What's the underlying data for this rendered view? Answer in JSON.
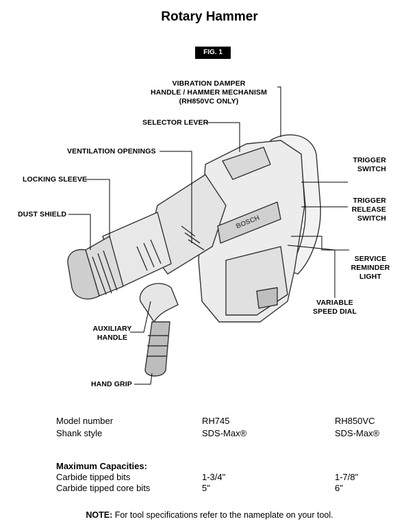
{
  "title": "Rotary Hammer",
  "fig_label": "FIG. 1",
  "labels": {
    "vibration": [
      "VIBRATION DAMPER",
      "HANDLE / HAMMER MECHANISM",
      "(RH850VC ONLY)"
    ],
    "selector": "SELECTOR LEVER",
    "ventilation": "VENTILATION OPENINGS",
    "locking": "LOCKING SLEEVE",
    "dust": "DUST SHIELD",
    "trigger": [
      "TRIGGER",
      "SWITCH"
    ],
    "release": [
      "TRIGGER",
      "RELEASE",
      "SWITCH"
    ],
    "service": [
      "SERVICE",
      "REMINDER",
      "LIGHT"
    ],
    "speed": [
      "VARIABLE",
      "SPEED DIAL"
    ],
    "auxiliary": [
      "AUXILIARY",
      "HANDLE"
    ],
    "grip": "HAND GRIP",
    "brand": "BOSCH"
  },
  "specs": {
    "rows": [
      {
        "label": "Model number",
        "a": "RH745",
        "b": "RH850VC"
      },
      {
        "label": "Shank style",
        "a": "SDS-Max®",
        "b": "SDS-Max®"
      }
    ],
    "capacities_heading": "Maximum Capacities:",
    "capacities": [
      {
        "label": "Carbide tipped bits",
        "a": "1-3/4\"",
        "b": "1-7/8\""
      },
      {
        "label": "Carbide tipped core bits",
        "a": "5\"",
        "b": "6\""
      }
    ]
  },
  "note": {
    "prefix": "NOTE:",
    "text": " For tool specifications refer to the nameplate on your tool."
  }
}
